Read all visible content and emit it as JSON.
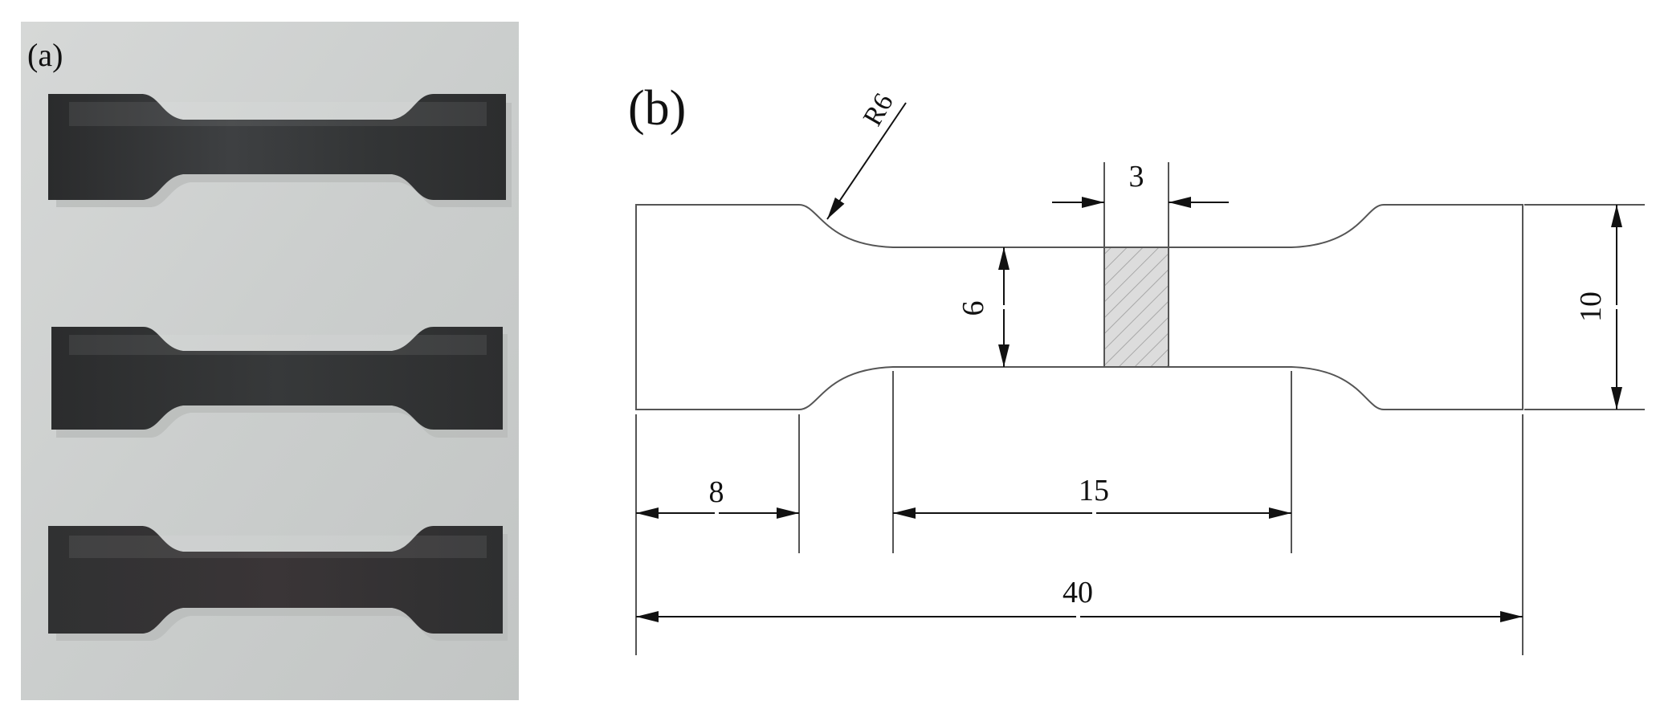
{
  "panel_a": {
    "label": "(a)",
    "background_color": "#c9cccb",
    "specimen_color": "#2f3132"
  },
  "panel_b": {
    "label": "(b)",
    "line_color": "#555555",
    "hatch_color": "#9a9a9a",
    "dimensions": {
      "radius": "R6",
      "gauge_width": "3",
      "neck_height": "6",
      "overall_height": "10",
      "shoulder_length": "8",
      "neck_length": "15",
      "overall_length": "40"
    }
  }
}
